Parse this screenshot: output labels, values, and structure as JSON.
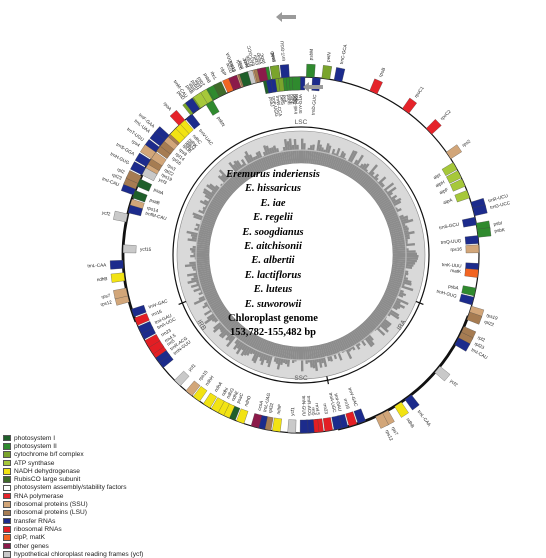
{
  "genome": {
    "species": [
      "Eremurus inderiensis",
      "E. hissaricus",
      "E. iae",
      "E. regelii",
      "E. soogdianus",
      "E. aitchisonii",
      "E. albertii",
      "E. lactiflorus",
      "E. luteus",
      "E. suworowii"
    ],
    "genome_label": "Chloroplast genome",
    "size_label": "153,782-155,482 bp",
    "regions": {
      "lsc": "LSC",
      "ira": "IRA",
      "ssc": "SSC",
      "irb": "IRB"
    }
  },
  "legend": [
    {
      "label": "photosystem I",
      "color": "#1f5f2a"
    },
    {
      "label": "photosystem II",
      "color": "#2f8a2e"
    },
    {
      "label": "cytochrome b/f complex",
      "color": "#7aa42c"
    },
    {
      "label": "ATP synthase",
      "color": "#a6c83a"
    },
    {
      "label": "NADH dehydrogenase",
      "color": "#f2e313"
    },
    {
      "label": "RubisCO large subunit",
      "color": "#3f6b2a"
    },
    {
      "label": "photosystem assembly/stability factors",
      "color": "#ffffff"
    },
    {
      "label": "RNA polymerase",
      "color": "#e5232a"
    },
    {
      "label": "ribosomal proteins (SSU)",
      "color": "#d2a679"
    },
    {
      "label": "ribosomal proteins (LSU)",
      "color": "#a67c52"
    },
    {
      "label": "transfer RNAs",
      "color": "#1c2b8c"
    },
    {
      "label": "ribosomal RNAs",
      "color": "#e31e24"
    },
    {
      "label": "clpP, matK",
      "color": "#f26522"
    },
    {
      "label": "other genes",
      "color": "#8b1a4a"
    },
    {
      "label": "hypothetical chloroplast reading frames (ycf)",
      "color": "#c9c9c9"
    }
  ],
  "genes": [
    {
      "name": "trnS-GGA",
      "angle": -20,
      "side": "out",
      "color": "#1c2b8c"
    },
    {
      "name": "psbZ",
      "angle": -16,
      "side": "out",
      "color": "#2f8a2e"
    },
    {
      "name": "trnG-GCC",
      "angle": -14,
      "side": "out",
      "color": "#1c2b8c"
    },
    {
      "name": "psbC",
      "angle": -11,
      "side": "out",
      "color": "#2f8a2e"
    },
    {
      "name": "psbD",
      "angle": -8,
      "side": "out",
      "color": "#2f8a2e"
    },
    {
      "name": "trnT-GGU",
      "angle": -5,
      "side": "out",
      "color": "#1c2b8c"
    },
    {
      "name": "trnE-UUC",
      "angle": -2,
      "side": "in",
      "color": "#1c2b8c"
    },
    {
      "name": "trnY-GUA",
      "angle": 0,
      "side": "in",
      "color": "#1c2b8c"
    },
    {
      "name": "psbM",
      "angle": 3,
      "side": "out",
      "color": "#2f8a2e"
    },
    {
      "name": "trnD-GUC",
      "angle": 5,
      "side": "in",
      "color": "#1c2b8c"
    },
    {
      "name": "petN",
      "angle": 8,
      "side": "out",
      "color": "#7aa42c"
    },
    {
      "name": "trnC-GCA",
      "angle": 12,
      "side": "out",
      "color": "#1c2b8c"
    },
    {
      "name": "rpoB",
      "angle": 24,
      "side": "out",
      "color": "#e5232a"
    },
    {
      "name": "rpoC1",
      "angle": 36,
      "side": "out",
      "color": "#e5232a"
    },
    {
      "name": "rpoC2",
      "angle": 46,
      "side": "out",
      "color": "#e5232a"
    },
    {
      "name": "rps2",
      "angle": 56,
      "side": "out",
      "color": "#d2a679"
    },
    {
      "name": "atpI",
      "angle": 60,
      "side": "in",
      "color": "#a6c83a"
    },
    {
      "name": "atpH",
      "angle": 63,
      "side": "in",
      "color": "#a6c83a"
    },
    {
      "name": "atpF",
      "angle": 66,
      "side": "in",
      "color": "#a6c83a"
    },
    {
      "name": "atpA",
      "angle": 70,
      "side": "in",
      "color": "#a6c83a"
    },
    {
      "name": "trnR-UCU",
      "angle": 74,
      "side": "out",
      "color": "#1c2b8c"
    },
    {
      "name": "trnG-UCC",
      "angle": 76,
      "side": "out",
      "color": "#1c2b8c"
    },
    {
      "name": "trnS-GCU",
      "angle": 79,
      "side": "in",
      "color": "#1c2b8c"
    },
    {
      "name": "psbI",
      "angle": 81,
      "side": "out",
      "color": "#2f8a2e"
    },
    {
      "name": "psbK",
      "angle": 83,
      "side": "out",
      "color": "#2f8a2e"
    },
    {
      "name": "trnQ-UUG",
      "angle": 85,
      "side": "in",
      "color": "#1c2b8c"
    },
    {
      "name": "rps16",
      "angle": 88,
      "side": "in",
      "color": "#d2a679"
    },
    {
      "name": "trnK-UUU",
      "angle": 94,
      "side": "in",
      "color": "#1c2b8c"
    },
    {
      "name": "matK",
      "angle": 96,
      "side": "in",
      "color": "#f26522"
    },
    {
      "name": "psbA",
      "angle": 102,
      "side": "in",
      "color": "#2f8a2e"
    },
    {
      "name": "trnH-GUG",
      "angle": 105,
      "side": "in",
      "color": "#1c2b8c"
    },
    {
      "name": "rps19",
      "angle": 108,
      "side": "out",
      "color": "#d2a679"
    },
    {
      "name": "rpl22",
      "angle": 110,
      "side": "out",
      "color": "#a67c52"
    },
    {
      "name": "rpl2",
      "angle": 115,
      "side": "out",
      "color": "#a67c52"
    },
    {
      "name": "rpl23",
      "angle": 117,
      "side": "out",
      "color": "#a67c52"
    },
    {
      "name": "trnI-CAU",
      "angle": 119,
      "side": "out",
      "color": "#1c2b8c"
    },
    {
      "name": "ycf2",
      "angle": 130,
      "side": "out",
      "color": "#c9c9c9"
    },
    {
      "name": "trnL-CAA",
      "angle": 143,
      "side": "out",
      "color": "#1c2b8c"
    },
    {
      "name": "ndhB",
      "angle": 147,
      "side": "out",
      "color": "#f2e313"
    },
    {
      "name": "rps7",
      "angle": 152,
      "side": "out",
      "color": "#d2a679"
    },
    {
      "name": "rps12",
      "angle": 154,
      "side": "out",
      "color": "#d2a679"
    },
    {
      "name": "trnV-GAC",
      "angle": 160,
      "side": "in",
      "color": "#1c2b8c"
    },
    {
      "name": "rrn16",
      "angle": 163,
      "side": "in",
      "color": "#e31e24"
    },
    {
      "name": "trnI-GAU",
      "angle": 166,
      "side": "in",
      "color": "#1c2b8c"
    },
    {
      "name": "trnA-UGC",
      "angle": 168,
      "side": "in",
      "color": "#1c2b8c"
    },
    {
      "name": "rrn23",
      "angle": 171,
      "side": "in",
      "color": "#e31e24"
    },
    {
      "name": "rrn4.5",
      "angle": 174,
      "side": "in",
      "color": "#e31e24"
    },
    {
      "name": "rrn5",
      "angle": 175.5,
      "side": "in",
      "color": "#e31e24"
    },
    {
      "name": "trnR-ACG",
      "angle": 177,
      "side": "in",
      "color": "#1c2b8c"
    },
    {
      "name": "trnN-GUU",
      "angle": 179,
      "side": "in",
      "color": "#1c2b8c"
    },
    {
      "name": "ycf1",
      "angle": 183,
      "side": "in",
      "color": "#c9c9c9"
    },
    {
      "name": "ndhF",
      "angle": 188,
      "side": "in",
      "color": "#f2e313"
    },
    {
      "name": "rpl32",
      "angle": 191,
      "side": "in",
      "color": "#a67c52"
    },
    {
      "name": "trnL-UAG",
      "angle": 193,
      "side": "in",
      "color": "#1c2b8c"
    },
    {
      "name": "ccsA",
      "angle": 195,
      "side": "in",
      "color": "#8b1a4a"
    },
    {
      "name": "ndhD",
      "angle": 200,
      "side": "in",
      "color": "#f2e313"
    },
    {
      "name": "psaC",
      "angle": 203,
      "side": "in",
      "color": "#1f5f2a"
    },
    {
      "name": "ndhE",
      "angle": 205,
      "side": "in",
      "color": "#f2e313"
    },
    {
      "name": "ndhG",
      "angle": 207,
      "side": "in",
      "color": "#f2e313"
    },
    {
      "name": "ndhI",
      "angle": 209,
      "side": "in",
      "color": "#f2e313"
    },
    {
      "name": "ndhA",
      "angle": 212,
      "side": "in",
      "color": "#f2e313"
    },
    {
      "name": "ndhH",
      "angle": 216,
      "side": "in",
      "color": "#f2e313"
    },
    {
      "name": "rps15",
      "angle": 219,
      "side": "in",
      "color": "#d2a679"
    },
    {
      "name": "ycf1",
      "angle": 224,
      "side": "in",
      "color": "#c9c9c9"
    },
    {
      "name": "trnN-GUU",
      "angle": 232,
      "side": "in",
      "color": "#1c2b8c"
    },
    {
      "name": "trnR-ACG",
      "angle": 234,
      "side": "in",
      "color": "#1c2b8c"
    },
    {
      "name": "rrn5",
      "angle": 236,
      "side": "in",
      "color": "#e31e24"
    },
    {
      "name": "rrn4.5",
      "angle": 237.5,
      "side": "in",
      "color": "#e31e24"
    },
    {
      "name": "rrn23",
      "angle": 240,
      "side": "in",
      "color": "#e31e24"
    },
    {
      "name": "trnA-UGC",
      "angle": 243,
      "side": "in",
      "color": "#1c2b8c"
    },
    {
      "name": "trnI-GAU",
      "angle": 245,
      "side": "in",
      "color": "#1c2b8c"
    },
    {
      "name": "rrn16",
      "angle": 248,
      "side": "in",
      "color": "#e31e24"
    },
    {
      "name": "trnV-GAC",
      "angle": 251,
      "side": "in",
      "color": "#1c2b8c"
    },
    {
      "name": "rps12",
      "angle": 256,
      "side": "out",
      "color": "#d2a679"
    },
    {
      "name": "rps7",
      "angle": 258,
      "side": "out",
      "color": "#d2a679"
    },
    {
      "name": "ndhB",
      "angle": 263,
      "side": "out",
      "color": "#f2e313"
    },
    {
      "name": "trnL-CAA",
      "angle": 267,
      "side": "out",
      "color": "#1c2b8c"
    },
    {
      "name": "ycf15",
      "angle": 272,
      "side": "in",
      "color": "#c9c9c9"
    },
    {
      "name": "ycf2",
      "angle": 282,
      "side": "out",
      "color": "#c9c9c9"
    },
    {
      "name": "trnI-CAU",
      "angle": 291,
      "side": "out",
      "color": "#1c2b8c"
    },
    {
      "name": "rpl23",
      "angle": 293,
      "side": "out",
      "color": "#a67c52"
    },
    {
      "name": "rpl2",
      "angle": 295,
      "side": "out",
      "color": "#a67c52"
    },
    {
      "name": "trnH-GUG",
      "angle": 298,
      "side": "out",
      "color": "#1c2b8c"
    },
    {
      "name": "rps19",
      "angle": 300,
      "side": "in",
      "color": "#d2a679"
    },
    {
      "name": "rpl22",
      "angle": 302,
      "side": "in",
      "color": "#a67c52"
    },
    {
      "name": "rps3",
      "angle": 304,
      "side": "in",
      "color": "#d2a679"
    },
    {
      "name": "rpl16",
      "angle": 307,
      "side": "in",
      "color": "#a67c52"
    },
    {
      "name": "rpl14",
      "angle": 309,
      "side": "in",
      "color": "#a67c52"
    },
    {
      "name": "rps8",
      "angle": 311,
      "side": "in",
      "color": "#d2a679"
    },
    {
      "name": "rpl36",
      "angle": 313,
      "side": "in",
      "color": "#a67c52"
    },
    {
      "name": "rps11",
      "angle": 315,
      "side": "in",
      "color": "#d2a679"
    },
    {
      "name": "rpoA",
      "angle": 318,
      "side": "out",
      "color": "#e5232a"
    },
    {
      "name": "petD",
      "angle": 323,
      "side": "out",
      "color": "#7aa42c"
    },
    {
      "name": "petB",
      "angle": 326,
      "side": "out",
      "color": "#7aa42c"
    },
    {
      "name": "psbH",
      "angle": 328,
      "side": "out",
      "color": "#2f8a2e"
    },
    {
      "name": "psbN",
      "angle": 329,
      "side": "in",
      "color": "#2f8a2e"
    },
    {
      "name": "psbT",
      "angle": 330,
      "side": "out",
      "color": "#2f8a2e"
    },
    {
      "name": "psbB",
      "angle": 332,
      "side": "out",
      "color": "#2f8a2e"
    },
    {
      "name": "clpP",
      "angle": 337,
      "side": "out",
      "color": "#f26522"
    },
    {
      "name": "rps12",
      "angle": 340,
      "side": "out",
      "color": "#d2a679"
    },
    {
      "name": "rpl20",
      "angle": 342,
      "side": "out",
      "color": "#a67c52"
    },
    {
      "name": "rps18",
      "angle": 345,
      "side": "out",
      "color": "#d2a679"
    },
    {
      "name": "rpl33",
      "angle": 347,
      "side": "out",
      "color": "#a67c52"
    },
    {
      "name": "psaJ",
      "angle": 349,
      "side": "in",
      "color": "#1f5f2a"
    },
    {
      "name": "trnP-UGG",
      "angle": 350,
      "side": "in",
      "color": "#1c2b8c"
    },
    {
      "name": "trnW-CCA",
      "angle": 351.5,
      "side": "in",
      "color": "#1c2b8c"
    },
    {
      "name": "petG",
      "angle": 353,
      "side": "in",
      "color": "#7aa42c"
    },
    {
      "name": "petL",
      "angle": 354,
      "side": "in",
      "color": "#7aa42c"
    },
    {
      "name": "psbE",
      "angle": 355.5,
      "side": "in",
      "color": "#2f8a2e"
    },
    {
      "name": "psbF",
      "angle": 356.5,
      "side": "in",
      "color": "#2f8a2e"
    },
    {
      "name": "psbL",
      "angle": 357.5,
      "side": "in",
      "color": "#2f8a2e"
    },
    {
      "name": "psbJ",
      "angle": 358.5,
      "side": "in",
      "color": "#2f8a2e"
    },
    {
      "name": "petA",
      "angle": 352,
      "side": "out",
      "color": "#7aa42c"
    },
    {
      "name": "cemA",
      "angle": 348,
      "side": "out",
      "color": "#8b1a4a"
    },
    {
      "name": "ycf4",
      "angle": 344,
      "side": "out",
      "color": "#c9c9c9"
    },
    {
      "name": "psaI",
      "angle": 342.5,
      "side": "out",
      "color": "#1f5f2a"
    },
    {
      "name": "accD",
      "angle": 339,
      "side": "out",
      "color": "#8b1a4a"
    },
    {
      "name": "rbcL",
      "angle": 334,
      "side": "out",
      "color": "#3f6b2a"
    },
    {
      "name": "atpB",
      "angle": 329,
      "side": "out",
      "color": "#a6c83a"
    },
    {
      "name": "atpE",
      "angle": 327,
      "side": "out",
      "color": "#a6c83a"
    },
    {
      "name": "trnM-CAU",
      "angle": 324,
      "side": "out",
      "color": "#1c2b8c"
    },
    {
      "name": "trnV-UAC",
      "angle": 321,
      "side": "in",
      "color": "#1c2b8c"
    },
    {
      "name": "ndhC",
      "angle": 318,
      "side": "in",
      "color": "#f2e313"
    },
    {
      "name": "ndhK",
      "angle": 316,
      "side": "in",
      "color": "#f2e313"
    },
    {
      "name": "ndhJ",
      "angle": 314,
      "side": "in",
      "color": "#f2e313"
    },
    {
      "name": "trnF-GAA",
      "angle": 311,
      "side": "out",
      "color": "#1c2b8c"
    },
    {
      "name": "trnL-UAA",
      "angle": 309,
      "side": "out",
      "color": "#1c2b8c"
    },
    {
      "name": "trnT-UGU",
      "angle": 306,
      "side": "out",
      "color": "#1c2b8c"
    },
    {
      "name": "rps4",
      "angle": 304,
      "side": "out",
      "color": "#d2a679"
    },
    {
      "name": "trnS-GGA",
      "angle": 301,
      "side": "out",
      "color": "#1c2b8c"
    },
    {
      "name": "ycf3",
      "angle": 298,
      "side": "in",
      "color": "#c9c9c9"
    },
    {
      "name": "psaA",
      "angle": 294,
      "side": "in",
      "color": "#1f5f2a"
    },
    {
      "name": "psaB",
      "angle": 290,
      "side": "in",
      "color": "#1f5f2a"
    },
    {
      "name": "rps14",
      "angle": 287,
      "side": "in",
      "color": "#d2a679"
    },
    {
      "name": "trnfM-CAU",
      "angle": 285,
      "side": "in",
      "color": "#1c2b8c"
    }
  ]
}
